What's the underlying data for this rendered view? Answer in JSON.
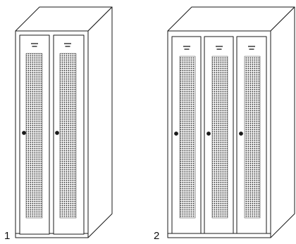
{
  "figure": {
    "background": "#ffffff",
    "line_color": "#1a1a1a",
    "lockers": [
      {
        "label": "1",
        "door_count": 2,
        "door_icon": "vent-slot-icon",
        "handle_icon": "knob-icon"
      },
      {
        "label": "2",
        "door_count": 3,
        "door_icon": "vent-slot-icon",
        "handle_icon": "knob-icon"
      }
    ]
  }
}
